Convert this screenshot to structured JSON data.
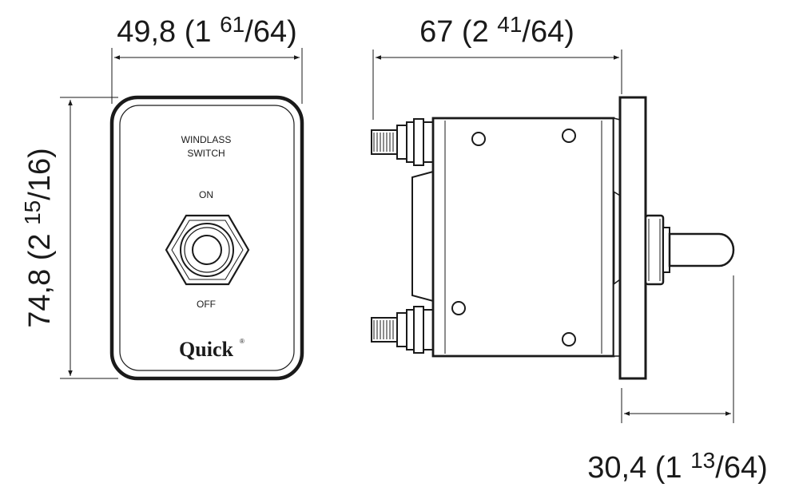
{
  "dimensions": {
    "width": {
      "main": "49,8 (1 ",
      "sup": "61",
      "frac": "/64)"
    },
    "depth": {
      "main": "67 (2 ",
      "sup": "41",
      "frac": "/64)"
    },
    "height": {
      "main": "74,8 (2 ",
      "sup": "15",
      "frac": "/16)"
    },
    "toggle": {
      "main": "30,4 (1 ",
      "sup": "13",
      "frac": "/64)"
    }
  },
  "panel": {
    "title_line1": "WINDLASS",
    "title_line2": "SWITCH",
    "on_label": "ON",
    "off_label": "OFF",
    "brand": "Quick",
    "brand_mark": "®"
  }
}
